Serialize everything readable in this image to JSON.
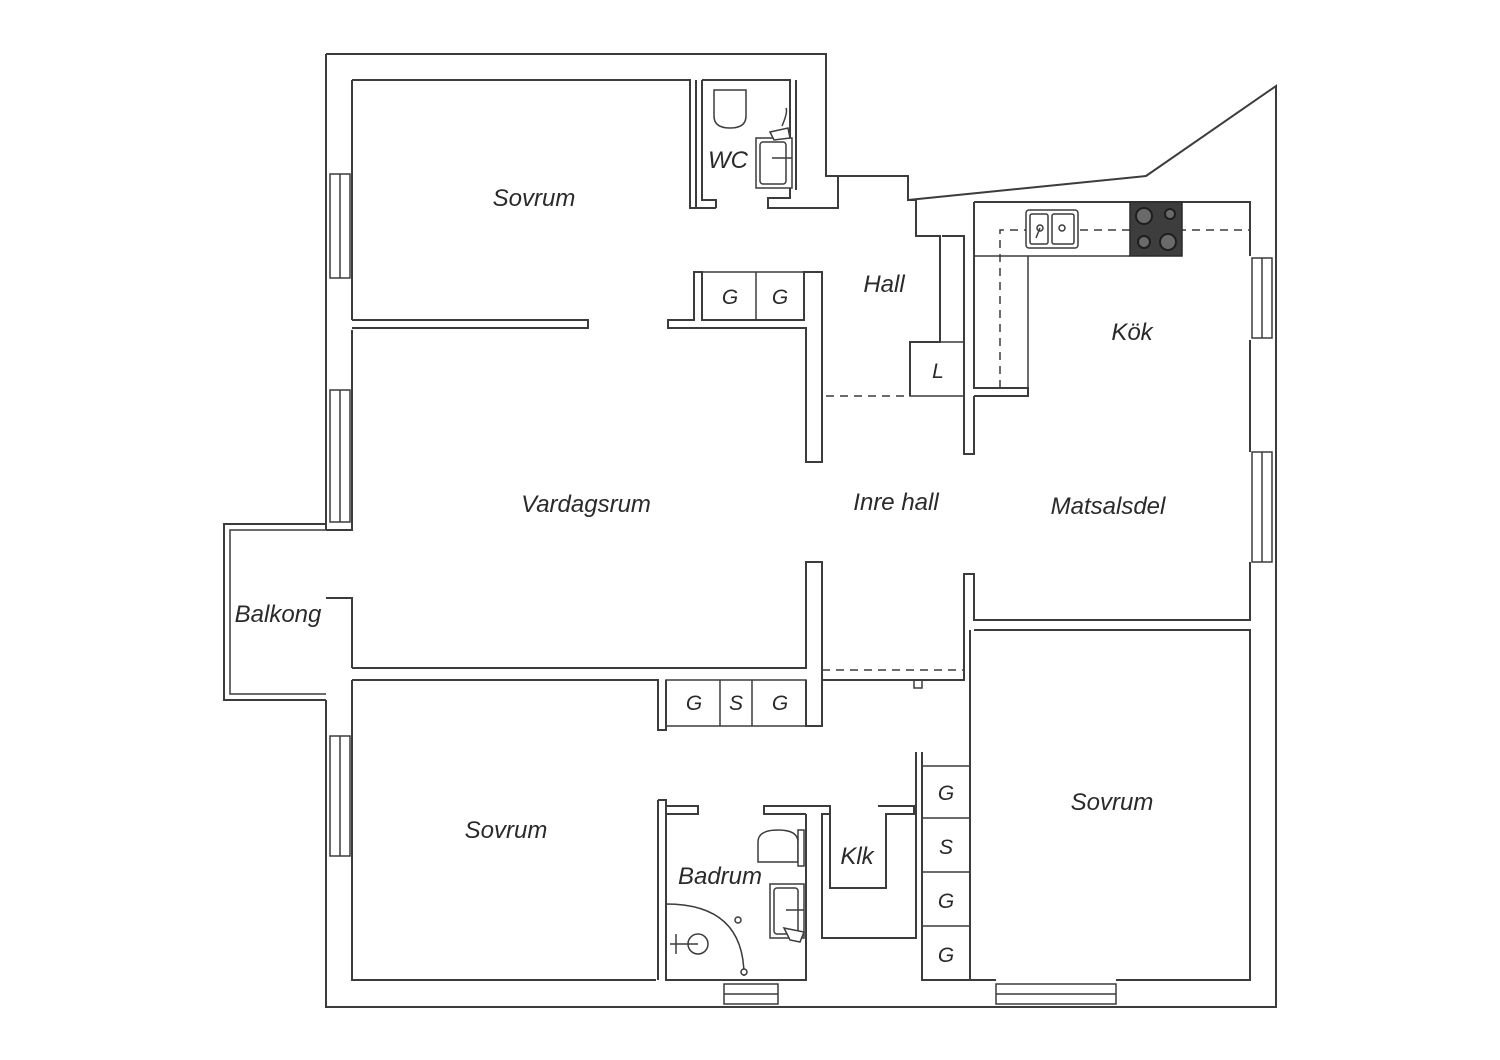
{
  "rooms": {
    "sovrum_top": "Sovrum",
    "wc": "WC",
    "hall": "Hall",
    "kok": "Kök",
    "vardagsrum": "Vardagsrum",
    "inre_hall": "Inre hall",
    "matsalsdel": "Matsalsdel",
    "balkong": "Balkong",
    "sovrum_bottom_left": "Sovrum",
    "badrum": "Badrum",
    "klk": "Klk",
    "sovrum_bottom_right": "Sovrum"
  },
  "storage": {
    "hall_g1": "G",
    "hall_g2": "G",
    "linen": "L",
    "mid_g1": "G",
    "mid_s": "S",
    "mid_g2": "G",
    "right_g1": "G",
    "right_s": "S",
    "right_g2": "G",
    "right_g3": "G"
  },
  "colors": {
    "wall": "#3c3c3c",
    "stove": "#3d3d3d",
    "background": "#ffffff"
  }
}
